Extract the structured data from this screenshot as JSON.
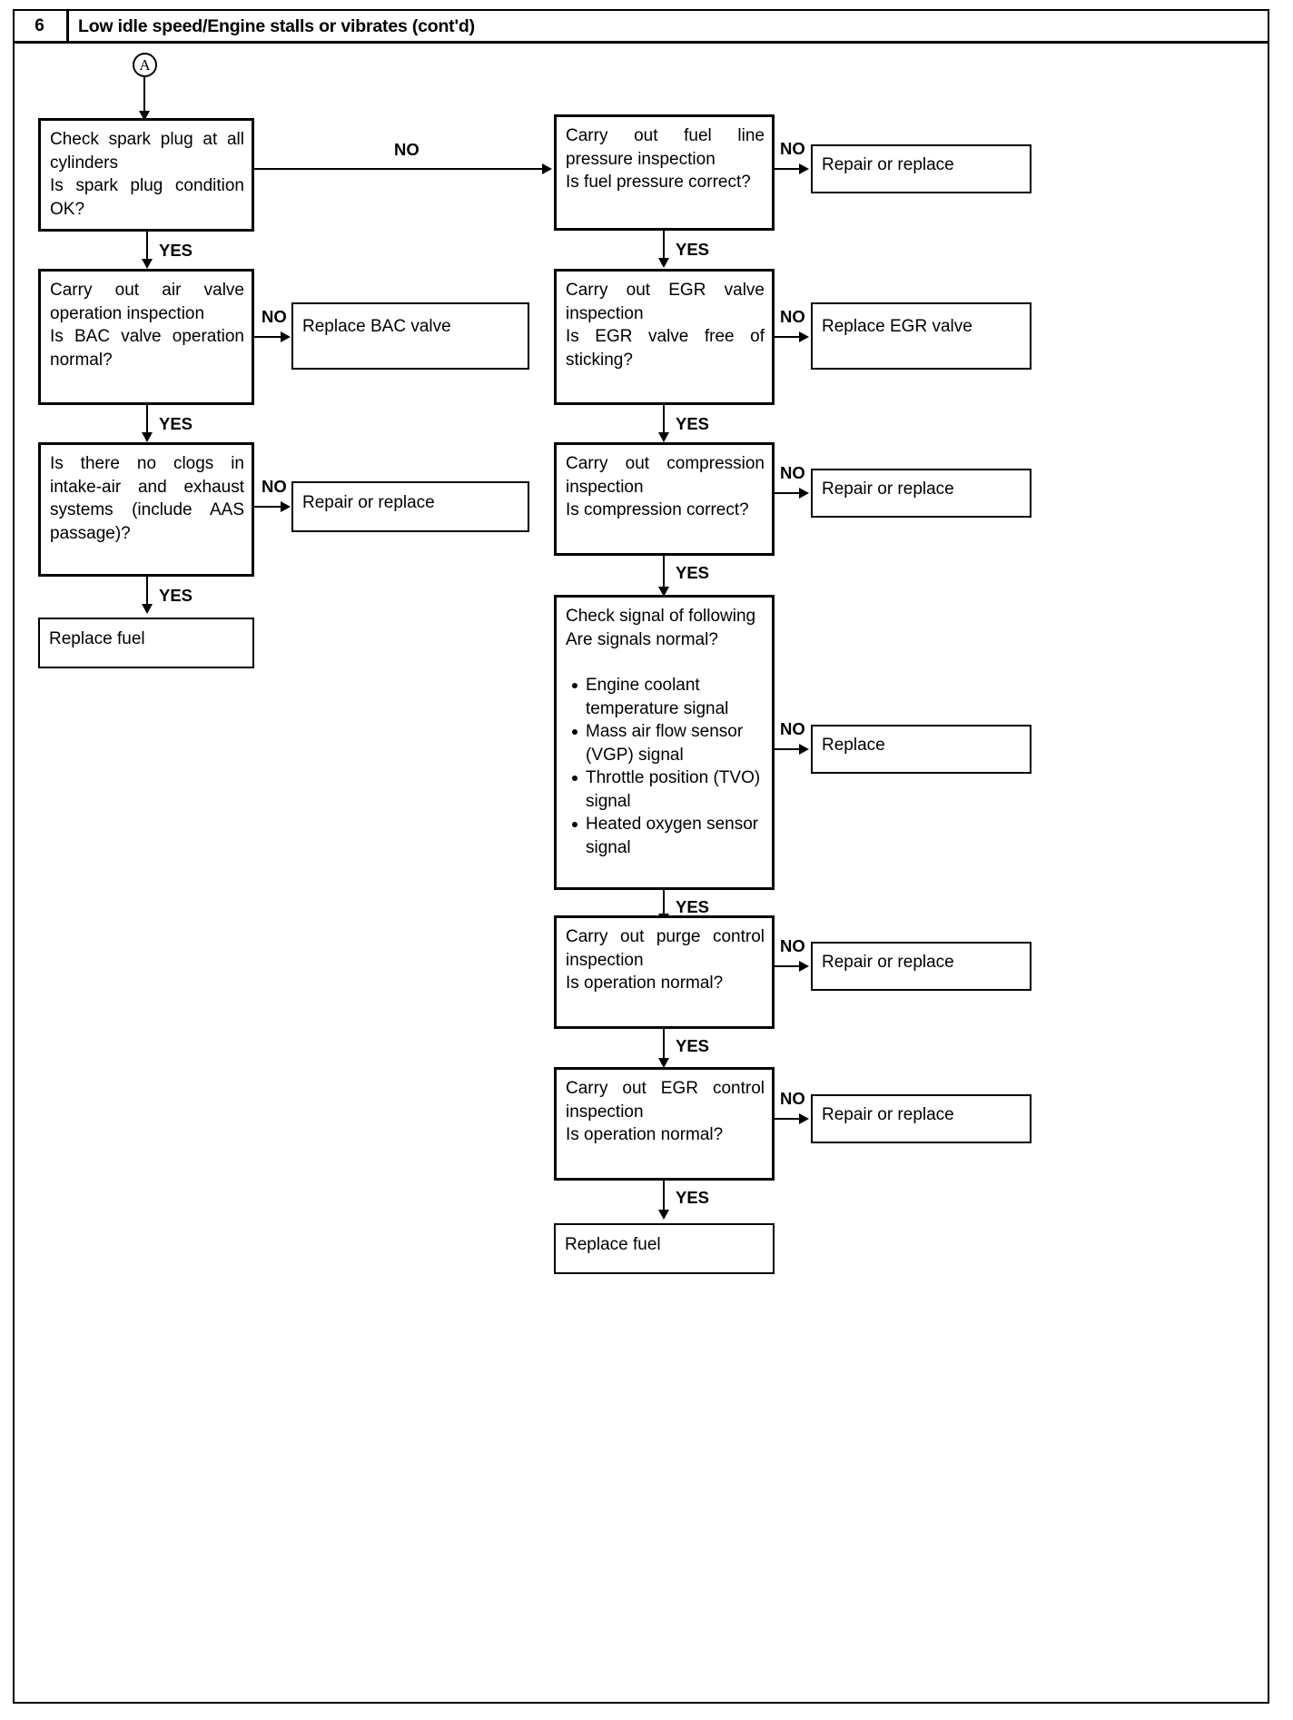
{
  "header": {
    "number": "6",
    "title": "Low idle speed/Engine stalls or vibrates (cont'd)"
  },
  "connector": {
    "label": "A"
  },
  "edge_labels": {
    "yes": "YES",
    "no": "NO"
  },
  "nodes": {
    "spark_plug": {
      "line1": "Check spark plug at all cylinders",
      "line2": "Is spark plug condition OK?"
    },
    "air_valve": {
      "line1": "Carry out air valve operation inspection",
      "line2": "Is BAC valve operation normal?"
    },
    "replace_bac": {
      "label": "Replace BAC valve"
    },
    "clogs": {
      "line1": "Is there no clogs in intake-air and exhaust systems (include AAS passage)?"
    },
    "repair_replace_clogs": {
      "label": "Repair or replace"
    },
    "replace_fuel_left": {
      "label": "Replace fuel"
    },
    "fuel_pressure": {
      "line1": "Carry out fuel line pressure inspection",
      "line2": "Is fuel pressure correct?"
    },
    "repair_replace_fuel": {
      "label": "Repair or replace"
    },
    "egr_valve": {
      "line1": "Carry out EGR valve inspection",
      "line2": "Is EGR valve free of sticking?"
    },
    "replace_egr": {
      "label": "Replace EGR valve"
    },
    "compression": {
      "line1": "Carry out compression inspection",
      "line2": "Is compression correct?"
    },
    "repair_replace_compression": {
      "label": "Repair or replace"
    },
    "signals": {
      "line1": "Check signal of following",
      "line2": "Are signals normal?",
      "items": [
        "Engine coolant temperature signal",
        "Mass air flow sensor (VGP) signal",
        "Throttle position (TVO) signal",
        "Heated oxygen sensor signal"
      ]
    },
    "replace_signal": {
      "label": "Replace"
    },
    "purge_control": {
      "line1": "Carry out purge control inspection",
      "line2": "Is operation normal?"
    },
    "repair_replace_purge": {
      "label": "Repair or replace"
    },
    "egr_control": {
      "line1": "Carry out EGR control inspection",
      "line2": "Is operation normal?"
    },
    "repair_replace_egr": {
      "label": "Repair or replace"
    },
    "replace_fuel_final": {
      "label": "Replace fuel"
    }
  }
}
